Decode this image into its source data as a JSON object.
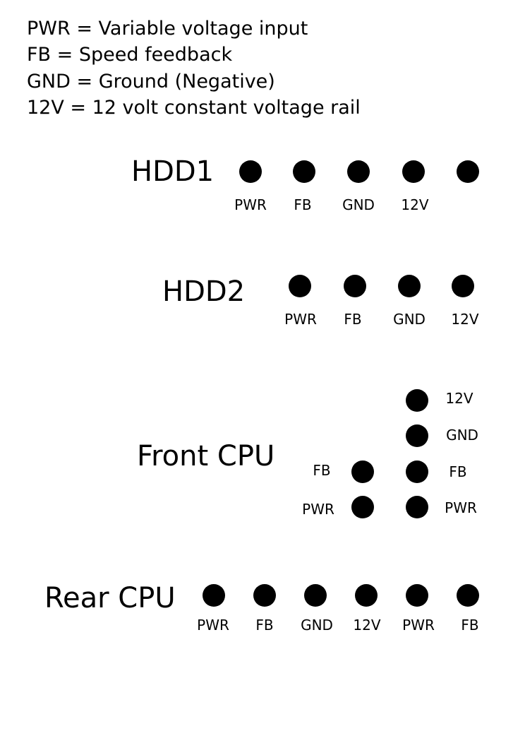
{
  "legend": [
    "PWR = Variable voltage input",
    "FB = Speed feedback",
    "GND = Ground (Negative)",
    "12V = 12 volt constant voltage rail"
  ],
  "headers": {
    "hdd1": {
      "title": "HDD1",
      "pin_labels": [
        "PWR",
        "FB",
        "GND",
        "12V",
        ""
      ]
    },
    "hdd2": {
      "title": "HDD2",
      "pin_labels": [
        "PWR",
        "FB",
        "GND",
        "12V"
      ]
    },
    "front_cpu": {
      "title": "Front CPU",
      "left_column_labels": [
        "FB",
        "PWR"
      ],
      "right_column_labels": [
        "12V",
        "GND",
        "FB",
        "PWR"
      ]
    },
    "rear_cpu": {
      "title": "Rear CPU",
      "pin_labels": [
        "PWR",
        "FB",
        "GND",
        "12V",
        "PWR",
        "FB"
      ]
    }
  },
  "colors": {
    "pin": "#000000",
    "text": "#000000",
    "background": "#ffffff"
  }
}
